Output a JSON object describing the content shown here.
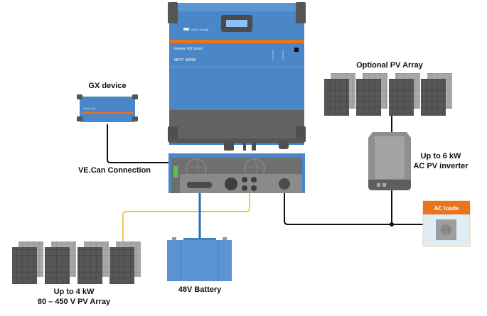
{
  "diagram": {
    "title": "Inverter RS Smart system overview",
    "components": {
      "inverter": {
        "brand": "victron energy",
        "model_line1": "Inverter RS Smart",
        "model_line2": "MPPT 450/80"
      },
      "gx_device": {
        "label": "GX device",
        "model": "Cerbo GX"
      },
      "ve_can": {
        "label": "VE.Can Connection"
      },
      "optional_pv": {
        "label": "Optional PV Array"
      },
      "ac_pv_inverter": {
        "label_line1": "Up to 6 kW",
        "label_line2": "AC PV inverter"
      },
      "ac_loads": {
        "label": "AC loads"
      },
      "battery": {
        "label": "48V Battery"
      },
      "pv_array": {
        "label_line1": "Up to 4 kW",
        "label_line2": "80 – 450 V PV Array"
      }
    },
    "colors": {
      "victron_blue": "#4a86c8",
      "inverter_dark": "#5f5f5f",
      "orange": "#e8741e",
      "dc_cable": "#1f6fbf",
      "pv_cable": "#f2c84b",
      "ac_cable": "#111111",
      "battery": "#5b93d3",
      "ac_loads_bg": "#dfeef5"
    }
  }
}
